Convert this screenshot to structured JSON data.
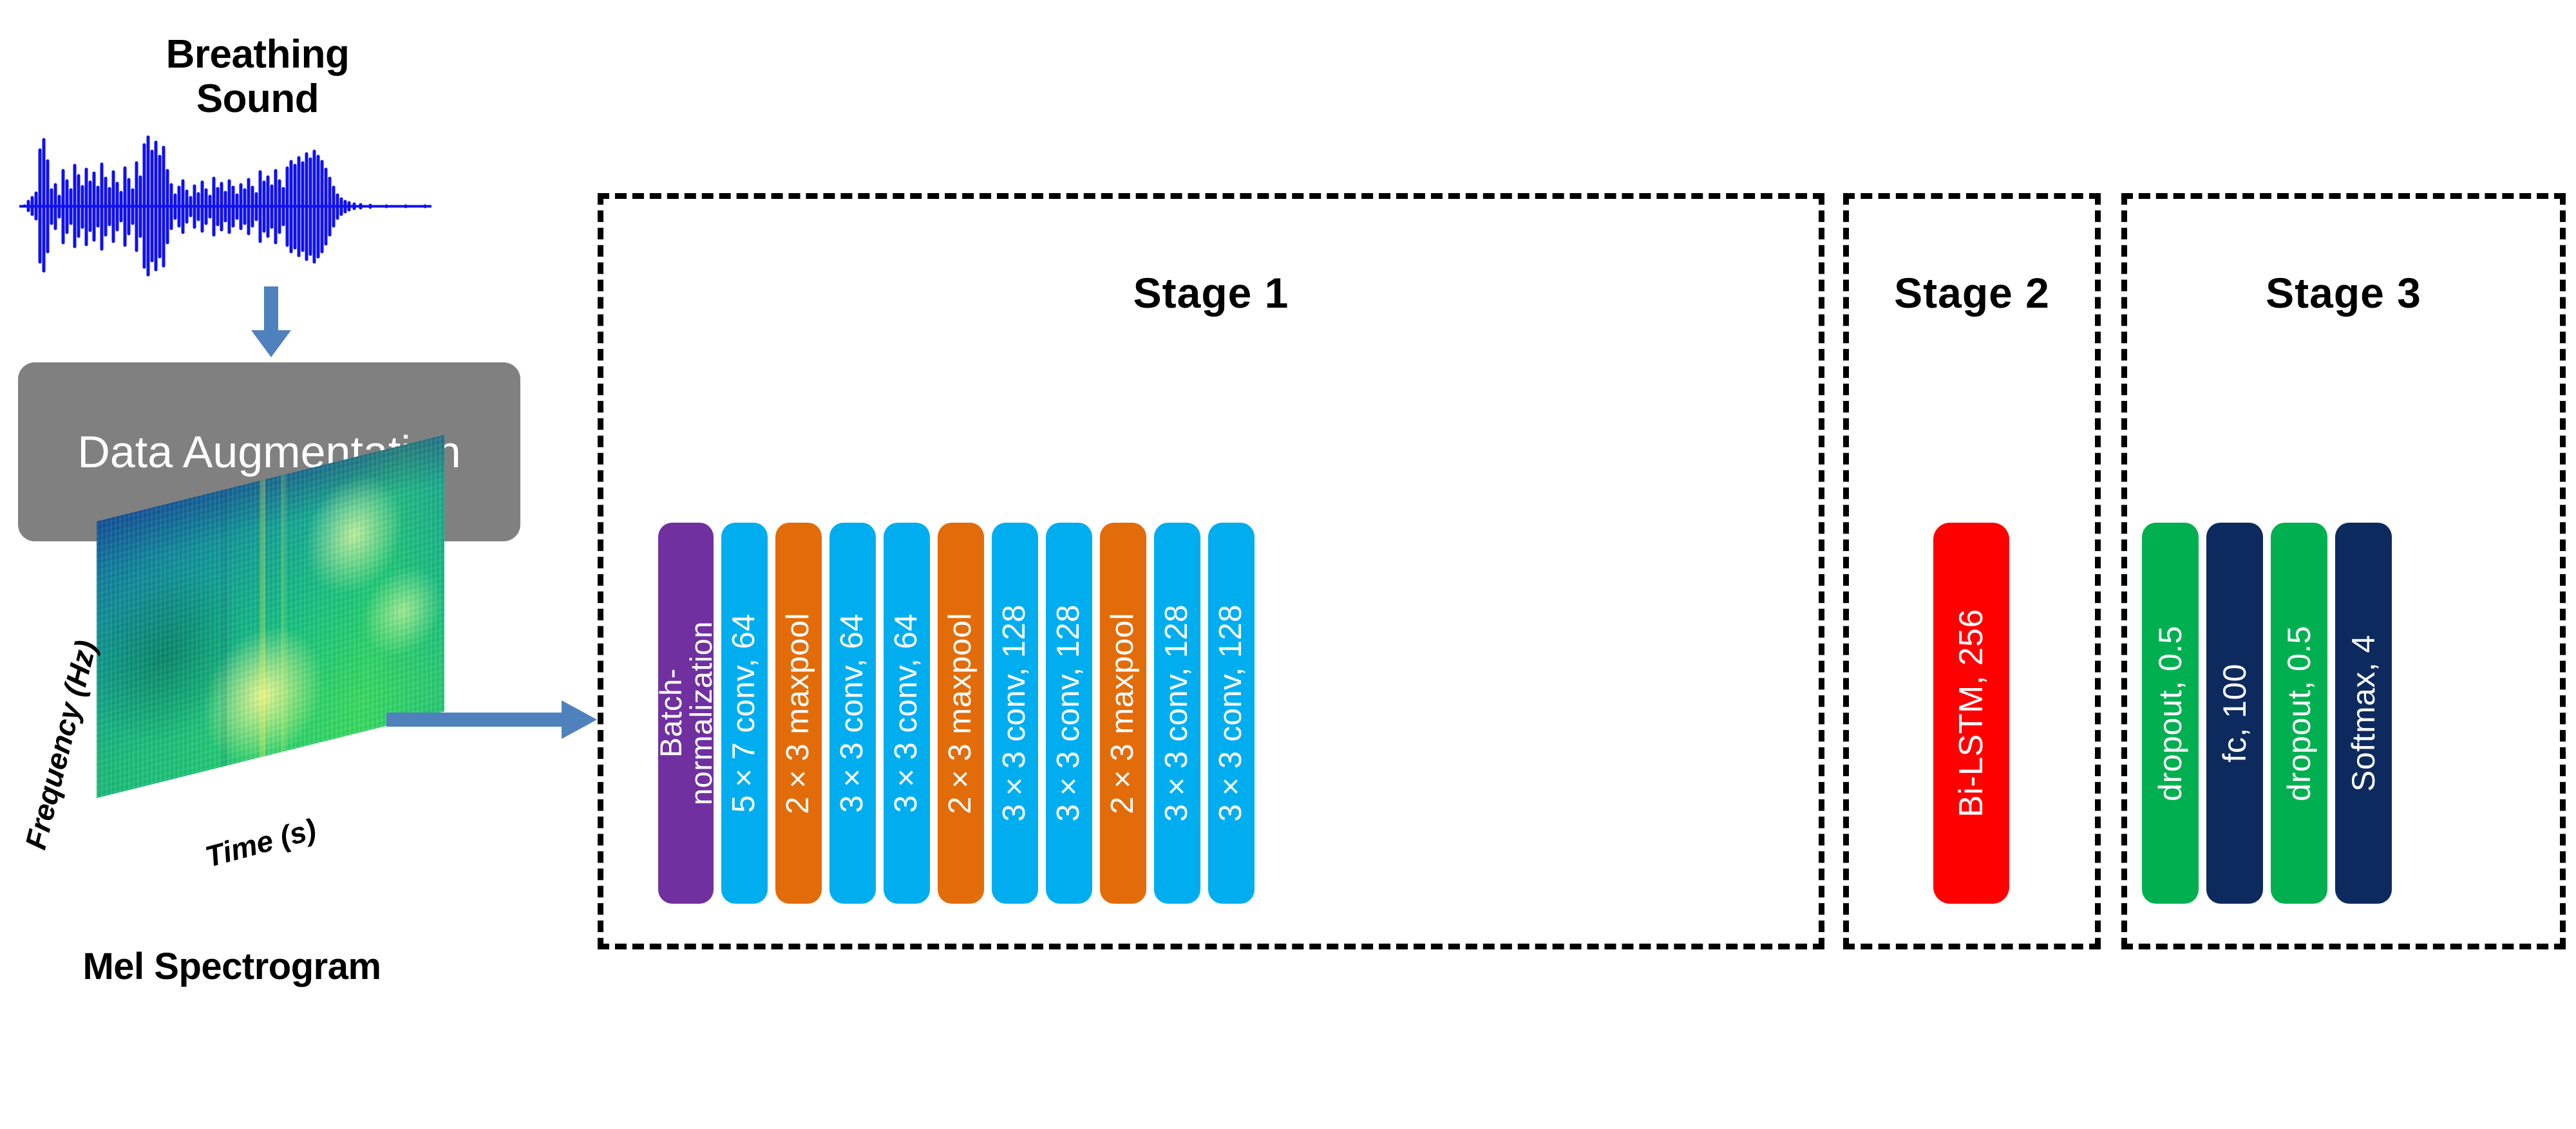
{
  "pipeline": {
    "input_label": "Breathing\nSound",
    "input_label_line1": "Breathing",
    "input_label_line2": "Sound",
    "augmentation_label": "Data Augmentation",
    "spectrogram_label": "Mel Spectrogram",
    "spectrogram_y_axis": "Frequency (Hz)",
    "spectrogram_x_axis": "Time (s)",
    "waveform_icon": "audio-waveform-icon",
    "arrow_icon": "arrow-icon"
  },
  "stages": [
    {
      "id": "stage-1",
      "title": "Stage 1",
      "layers": [
        {
          "label": "Batch-\nnormalization",
          "color": "#7030A0",
          "kind": "batch-normalization",
          "width": "bn"
        },
        {
          "label": "5×7 conv, 64",
          "color": "#00AEEF",
          "kind": "conv",
          "width": "std"
        },
        {
          "label": "2×3 maxpool",
          "color": "#E36C0A",
          "kind": "maxpool",
          "width": "std"
        },
        {
          "label": "3×3 conv, 64",
          "color": "#00AEEF",
          "kind": "conv",
          "width": "std"
        },
        {
          "label": "3×3 conv, 64",
          "color": "#00AEEF",
          "kind": "conv",
          "width": "std"
        },
        {
          "label": "2×3 maxpool",
          "color": "#E36C0A",
          "kind": "maxpool",
          "width": "std"
        },
        {
          "label": "3×3 conv, 128",
          "color": "#00AEEF",
          "kind": "conv",
          "width": "std"
        },
        {
          "label": "3×3 conv, 128",
          "color": "#00AEEF",
          "kind": "conv",
          "width": "std"
        },
        {
          "label": "2×3 maxpool",
          "color": "#E36C0A",
          "kind": "maxpool",
          "width": "std"
        },
        {
          "label": "3×3 conv, 128",
          "color": "#00AEEF",
          "kind": "conv",
          "width": "std"
        },
        {
          "label": "3×3 conv, 128",
          "color": "#00AEEF",
          "kind": "conv",
          "width": "std"
        }
      ]
    },
    {
      "id": "stage-2",
      "title": "Stage 2",
      "layers": [
        {
          "label": "Bi-LSTM, 256",
          "color": "#FF0000",
          "kind": "bilstm",
          "width": "lstm"
        }
      ]
    },
    {
      "id": "stage-3",
      "title": "Stage 3",
      "layers": [
        {
          "label": "dropout, 0.5",
          "color": "#00B050",
          "kind": "dropout",
          "width": "s3"
        },
        {
          "label": "fc, 100",
          "color": "#0D2A5E",
          "kind": "fc",
          "width": "s3"
        },
        {
          "label": "dropout, 0.5",
          "color": "#00B050",
          "kind": "dropout",
          "width": "s3"
        },
        {
          "label": "Softmax, 4",
          "color": "#0D2A5E",
          "kind": "softmax",
          "width": "s3"
        }
      ]
    }
  ],
  "colors": {
    "batch_norm": "#7030A0",
    "conv": "#00AEEF",
    "maxpool": "#E36C0A",
    "bilstm": "#FF0000",
    "dropout": "#00B050",
    "dense": "#0D2A5E",
    "augmentation_box": "#808080",
    "arrow": "#4F81BD",
    "waveform": "#1010EE",
    "stage_border": "#000000"
  }
}
